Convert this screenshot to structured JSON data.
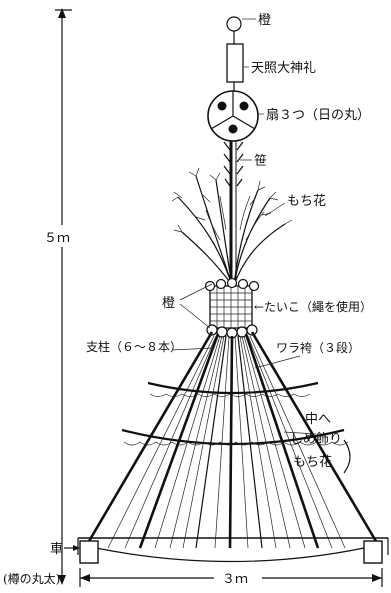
{
  "labels": {
    "daidai_top": "橙",
    "amaterasu": "天照大神礼",
    "ougi": "扇３つ（日の丸）",
    "sasa": "笹",
    "mochibana": "もち花",
    "daidai_side": "橙",
    "taiko": "←たいこ（繩を使用）",
    "shichu": "支柱（６～８本）",
    "warabakama": "ワラ袴（３段）",
    "naka_he": "中へ",
    "shimekazari": "しめ飾り",
    "mochibana2": "もち花",
    "height": "５ｍ",
    "kuruma": "車",
    "taru": "(樽の丸太)",
    "width": "３ｍ"
  }
}
